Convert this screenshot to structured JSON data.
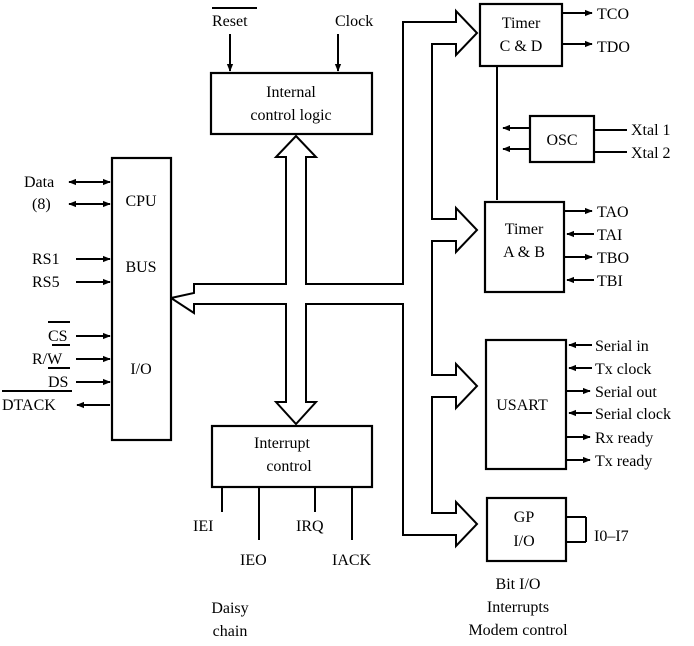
{
  "top_signals": {
    "reset": "Reset",
    "clock": "Clock"
  },
  "blocks": {
    "internal_control": [
      "Internal",
      "control logic"
    ],
    "cpu_bus_io": {
      "cpu": "CPU",
      "bus": "BUS",
      "io": "I/O"
    },
    "interrupt_control": [
      "Interrupt",
      "control"
    ],
    "timer_cd": [
      "Timer",
      "C & D"
    ],
    "osc": "OSC",
    "timer_ab": [
      "Timer",
      "A & B"
    ],
    "usart": "USART",
    "gpio": [
      "GP",
      "I/O"
    ]
  },
  "left_signals": {
    "data": "Data",
    "data_width": "(8)",
    "rs1": "RS1",
    "rs5": "RS5",
    "cs": "CS",
    "rw": "R/W",
    "ds": "DS",
    "dtack": "DTACK"
  },
  "interrupt_signals": {
    "iei": "IEI",
    "ieo": "IEO",
    "irq": "IRQ",
    "iack": "IACK"
  },
  "daisy_chain": [
    "Daisy",
    "chain"
  ],
  "timer_cd_outputs": [
    "TCO",
    "TDO"
  ],
  "osc_inputs": [
    "Xtal 1",
    "Xtal 2"
  ],
  "timer_ab_signals": [
    "TAO",
    "TAI",
    "TBO",
    "TBI"
  ],
  "usart_signals": [
    "Serial in",
    "Tx clock",
    "Serial out",
    "Serial clock",
    "Rx ready",
    "Tx ready"
  ],
  "gpio_signals": "I0–I7",
  "gpio_functions": [
    "Bit I/O",
    "Interrupts",
    "Modem control"
  ]
}
